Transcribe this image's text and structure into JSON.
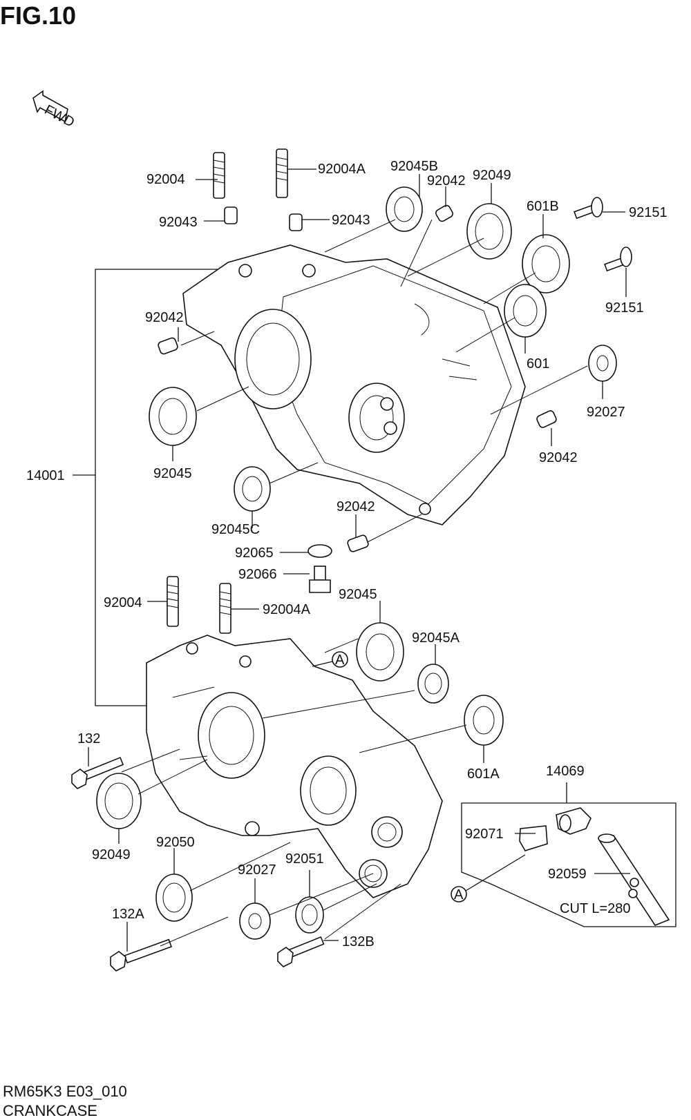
{
  "header": {
    "title": "FIG.10"
  },
  "footer": {
    "code": "RM65K3 E03_010",
    "name": "CRANKCASE"
  },
  "fwd_text": "FWD",
  "ref_mark": "A",
  "cut_note": "CUT L=280",
  "labels": [
    {
      "id": "lbl-92004-top",
      "text": "92004"
    },
    {
      "id": "lbl-92004a-top",
      "text": "92004A"
    },
    {
      "id": "lbl-92045b",
      "text": "92045B"
    },
    {
      "id": "lbl-92042-top",
      "text": "92042"
    },
    {
      "id": "lbl-92049-top",
      "text": "92049"
    },
    {
      "id": "lbl-92043-left",
      "text": "92043"
    },
    {
      "id": "lbl-92043-right",
      "text": "92043"
    },
    {
      "id": "lbl-601b",
      "text": "601B"
    },
    {
      "id": "lbl-92151-a",
      "text": "92151"
    },
    {
      "id": "lbl-92151-b",
      "text": "92151"
    },
    {
      "id": "lbl-92042-left",
      "text": "92042"
    },
    {
      "id": "lbl-601",
      "text": "601"
    },
    {
      "id": "lbl-92027-top",
      "text": "92027"
    },
    {
      "id": "lbl-92042-right",
      "text": "92042"
    },
    {
      "id": "lbl-14001",
      "text": "14001"
    },
    {
      "id": "lbl-92045-left",
      "text": "92045"
    },
    {
      "id": "lbl-92042-mid",
      "text": "92042"
    },
    {
      "id": "lbl-92045c",
      "text": "92045C"
    },
    {
      "id": "lbl-92065",
      "text": "92065"
    },
    {
      "id": "lbl-92066",
      "text": "92066"
    },
    {
      "id": "lbl-92004-bot",
      "text": "92004"
    },
    {
      "id": "lbl-92004a-bot",
      "text": "92004A"
    },
    {
      "id": "lbl-92045-bot",
      "text": "92045"
    },
    {
      "id": "lbl-92045a",
      "text": "92045A"
    },
    {
      "id": "lbl-132",
      "text": "132"
    },
    {
      "id": "lbl-601a",
      "text": "601A"
    },
    {
      "id": "lbl-14069",
      "text": "14069"
    },
    {
      "id": "lbl-92071",
      "text": "92071"
    },
    {
      "id": "lbl-92049-bot",
      "text": "92049"
    },
    {
      "id": "lbl-92050",
      "text": "92050"
    },
    {
      "id": "lbl-92051",
      "text": "92051"
    },
    {
      "id": "lbl-92027-bot",
      "text": "92027"
    },
    {
      "id": "lbl-92059",
      "text": "92059"
    },
    {
      "id": "lbl-132a",
      "text": "132A"
    },
    {
      "id": "lbl-132b",
      "text": "132B"
    }
  ]
}
